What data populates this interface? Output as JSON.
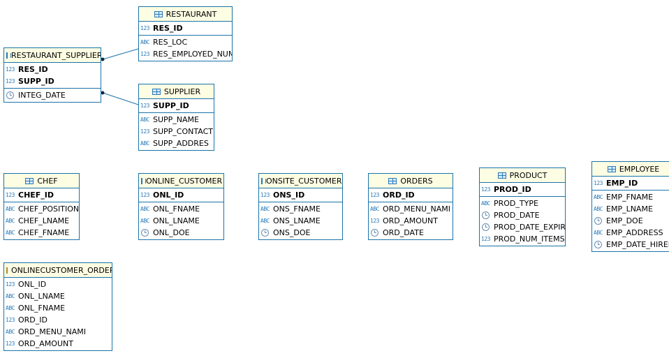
{
  "entities": [
    {
      "id": "restaurant",
      "name": "RESTAURANT",
      "kind": "table",
      "keys": [
        {
          "name": "RES_ID",
          "type": "num"
        }
      ],
      "cols": [
        {
          "name": "RES_LOC",
          "type": "text"
        },
        {
          "name": "RES_EMPLOYED_NUM",
          "type": "num"
        }
      ]
    },
    {
      "id": "restaurant_supplier",
      "name": "RESTAURANT_SUPPLIER",
      "kind": "table",
      "keys": [
        {
          "name": "RES_ID",
          "type": "num"
        },
        {
          "name": "SUPP_ID",
          "type": "num"
        }
      ],
      "cols": [
        {
          "name": "INTEG_DATE",
          "type": "date"
        }
      ]
    },
    {
      "id": "supplier",
      "name": "SUPPLIER",
      "kind": "table",
      "keys": [
        {
          "name": "SUPP_ID",
          "type": "num"
        }
      ],
      "cols": [
        {
          "name": "SUPP_NAME",
          "type": "text"
        },
        {
          "name": "SUPP_CONTACT",
          "type": "num"
        },
        {
          "name": "SUPP_ADDRES",
          "type": "text"
        }
      ]
    },
    {
      "id": "chef",
      "name": "CHEF",
      "kind": "table",
      "keys": [
        {
          "name": "CHEF_ID",
          "type": "num"
        }
      ],
      "cols": [
        {
          "name": "CHEF_POSITION",
          "type": "text"
        },
        {
          "name": "CHEF_LNAME",
          "type": "text"
        },
        {
          "name": "CHEF_FNAME",
          "type": "text"
        }
      ]
    },
    {
      "id": "online_customer",
      "name": "ONLINE_CUSTOMER",
      "kind": "table",
      "keys": [
        {
          "name": "ONL_ID",
          "type": "num"
        }
      ],
      "cols": [
        {
          "name": "ONL_FNAME",
          "type": "text"
        },
        {
          "name": "ONL_LNAME",
          "type": "text"
        },
        {
          "name": "ONL_DOE",
          "type": "date"
        }
      ]
    },
    {
      "id": "onsite_customer",
      "name": "ONSITE_CUSTOMER",
      "kind": "table",
      "keys": [
        {
          "name": "ONS_ID",
          "type": "num"
        }
      ],
      "cols": [
        {
          "name": "ONS_FNAME",
          "type": "text"
        },
        {
          "name": "ONS_LNAME",
          "type": "text"
        },
        {
          "name": "ONS_DOE",
          "type": "date"
        }
      ]
    },
    {
      "id": "orders",
      "name": "ORDERS",
      "kind": "table",
      "keys": [
        {
          "name": "ORD_ID",
          "type": "num"
        }
      ],
      "cols": [
        {
          "name": "ORD_MENU_NAMI",
          "type": "text"
        },
        {
          "name": "ORD_AMOUNT",
          "type": "num"
        },
        {
          "name": "ORD_DATE",
          "type": "date"
        }
      ]
    },
    {
      "id": "product",
      "name": "PRODUCT",
      "kind": "table",
      "keys": [
        {
          "name": "PROD_ID",
          "type": "num"
        }
      ],
      "cols": [
        {
          "name": "PROD_TYPE",
          "type": "text"
        },
        {
          "name": "PROD_DATE",
          "type": "date"
        },
        {
          "name": "PROD_DATE_EXPIRE",
          "type": "date"
        },
        {
          "name": "PROD_NUM_ITEMS",
          "type": "num"
        }
      ]
    },
    {
      "id": "employee",
      "name": "EMPLOYEE",
      "kind": "table",
      "keys": [
        {
          "name": "EMP_ID",
          "type": "num"
        }
      ],
      "cols": [
        {
          "name": "EMP_FNAME",
          "type": "text"
        },
        {
          "name": "EMP_LNAME",
          "type": "text"
        },
        {
          "name": "EMP_DOE",
          "type": "date"
        },
        {
          "name": "EMP_ADDRESS",
          "type": "text"
        },
        {
          "name": "EMP_DATE_HIRED",
          "type": "date"
        }
      ]
    },
    {
      "id": "onlinecustomer_order",
      "name": "ONLINECUSTOMER_ORDER",
      "kind": "view",
      "keys": [],
      "cols": [
        {
          "name": "ONL_ID",
          "type": "num"
        },
        {
          "name": "ONL_LNAME",
          "type": "text"
        },
        {
          "name": "ONL_FNAME",
          "type": "text"
        },
        {
          "name": "ORD_ID",
          "type": "num"
        },
        {
          "name": "ORD_MENU_NAMI",
          "type": "text"
        },
        {
          "name": "ORD_AMOUNT",
          "type": "num"
        }
      ]
    }
  ],
  "type_icons": {
    "num": "123",
    "text": "ABC",
    "date": "clock-icon"
  },
  "relations": [
    {
      "from": "restaurant_supplier",
      "to": "restaurant"
    },
    {
      "from": "restaurant_supplier",
      "to": "supplier"
    }
  ],
  "colors": {
    "border": "#1a73a8",
    "header": "#fdfde3",
    "line": "#1a73a8"
  }
}
